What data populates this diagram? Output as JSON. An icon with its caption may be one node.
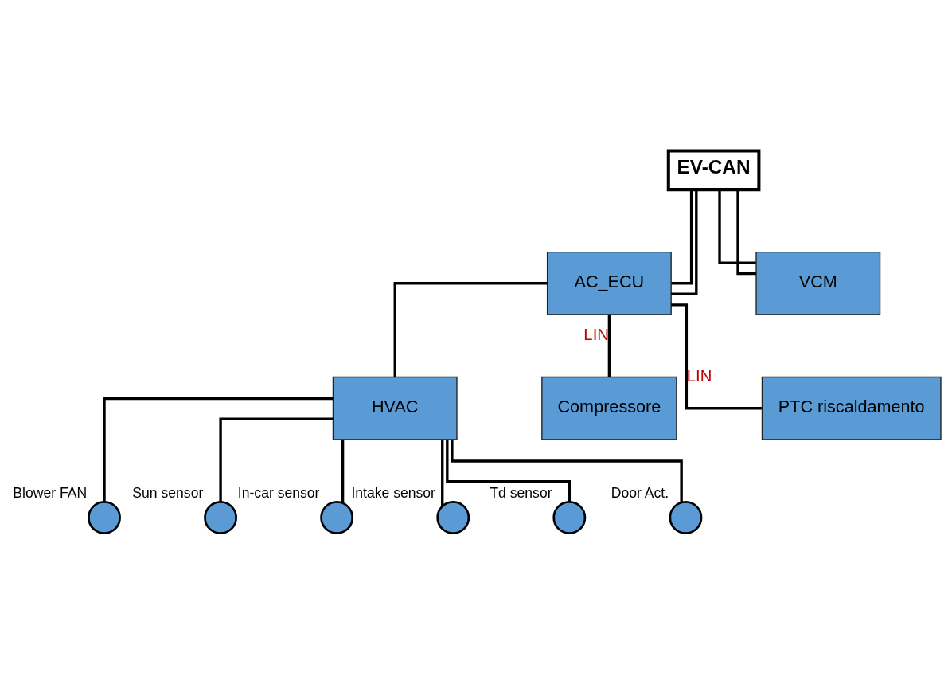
{
  "diagram": {
    "nodes": [
      {
        "text": [
          "EV-CAN"
        ]
      },
      {
        "text": [
          "AC_ECU"
        ]
      },
      {
        "text": [
          "VCM"
        ]
      },
      {
        "text": [
          "HVAC"
        ]
      },
      {
        "text": [
          "Compressore"
        ]
      },
      {
        "text": [
          "PTC riscaldamento"
        ]
      },
      {
        "text": [],
        "shape": "circle",
        "beside": [
          "Blower FAN"
        ]
      },
      {
        "text": [],
        "shape": "circle",
        "beside": [
          "Sun sensor"
        ]
      },
      {
        "text": [],
        "shape": "circle",
        "beside": [
          "In-car sensor"
        ]
      },
      {
        "text": [],
        "shape": "circle",
        "beside": [
          "Intake sensor"
        ]
      },
      {
        "text": [],
        "shape": "circle",
        "beside": [
          "Td sensor"
        ]
      },
      {
        "text": [],
        "shape": "circle",
        "beside": [
          "Door Act."
        ]
      }
    ],
    "edges": [
      {
        "from": 0,
        "to": 1,
        "arrow": "none"
      },
      {
        "from": 0,
        "to": 1,
        "arrow": "none"
      },
      {
        "from": 0,
        "to": 2,
        "arrow": "none"
      },
      {
        "from": 0,
        "to": 2,
        "arrow": "none"
      },
      {
        "from": 1,
        "to": 3,
        "arrow": "none"
      },
      {
        "from": 1,
        "to": 4,
        "arrow": "none",
        "label": "LIN"
      },
      {
        "from": 1,
        "to": 5,
        "arrow": "none",
        "label": "LIN"
      },
      {
        "from": 3,
        "to": 6,
        "arrow": "none"
      },
      {
        "from": 3,
        "to": 7,
        "arrow": "none"
      },
      {
        "from": 3,
        "to": 8,
        "arrow": "none"
      },
      {
        "from": 3,
        "to": 9,
        "arrow": "none"
      },
      {
        "from": 3,
        "to": 10,
        "arrow": "none"
      },
      {
        "from": 3,
        "to": 11,
        "arrow": "none"
      }
    ]
  }
}
